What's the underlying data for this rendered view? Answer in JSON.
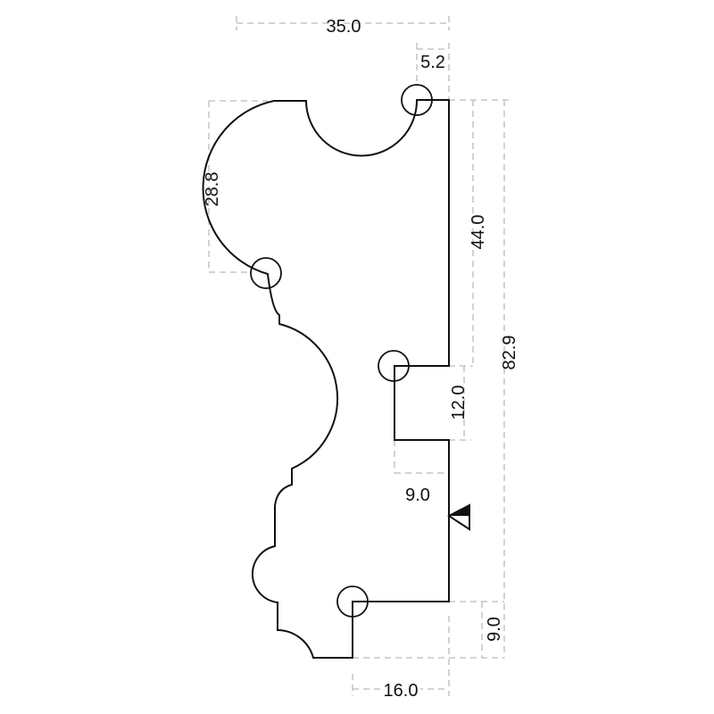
{
  "title": "Molding profile dimension drawing",
  "dimensions": {
    "overall_width": "35.0",
    "top_offset": "5.2",
    "upper_arc_height": "28.8",
    "upper_back_height": "44.0",
    "overall_height": "82.9",
    "rebate_height": "12.0",
    "rebate_depth": "9.0",
    "bottom_height": "9.0",
    "bottom_width": "16.0"
  },
  "colors": {
    "line": "#111111",
    "dimension_line": "#bbbbbb"
  }
}
